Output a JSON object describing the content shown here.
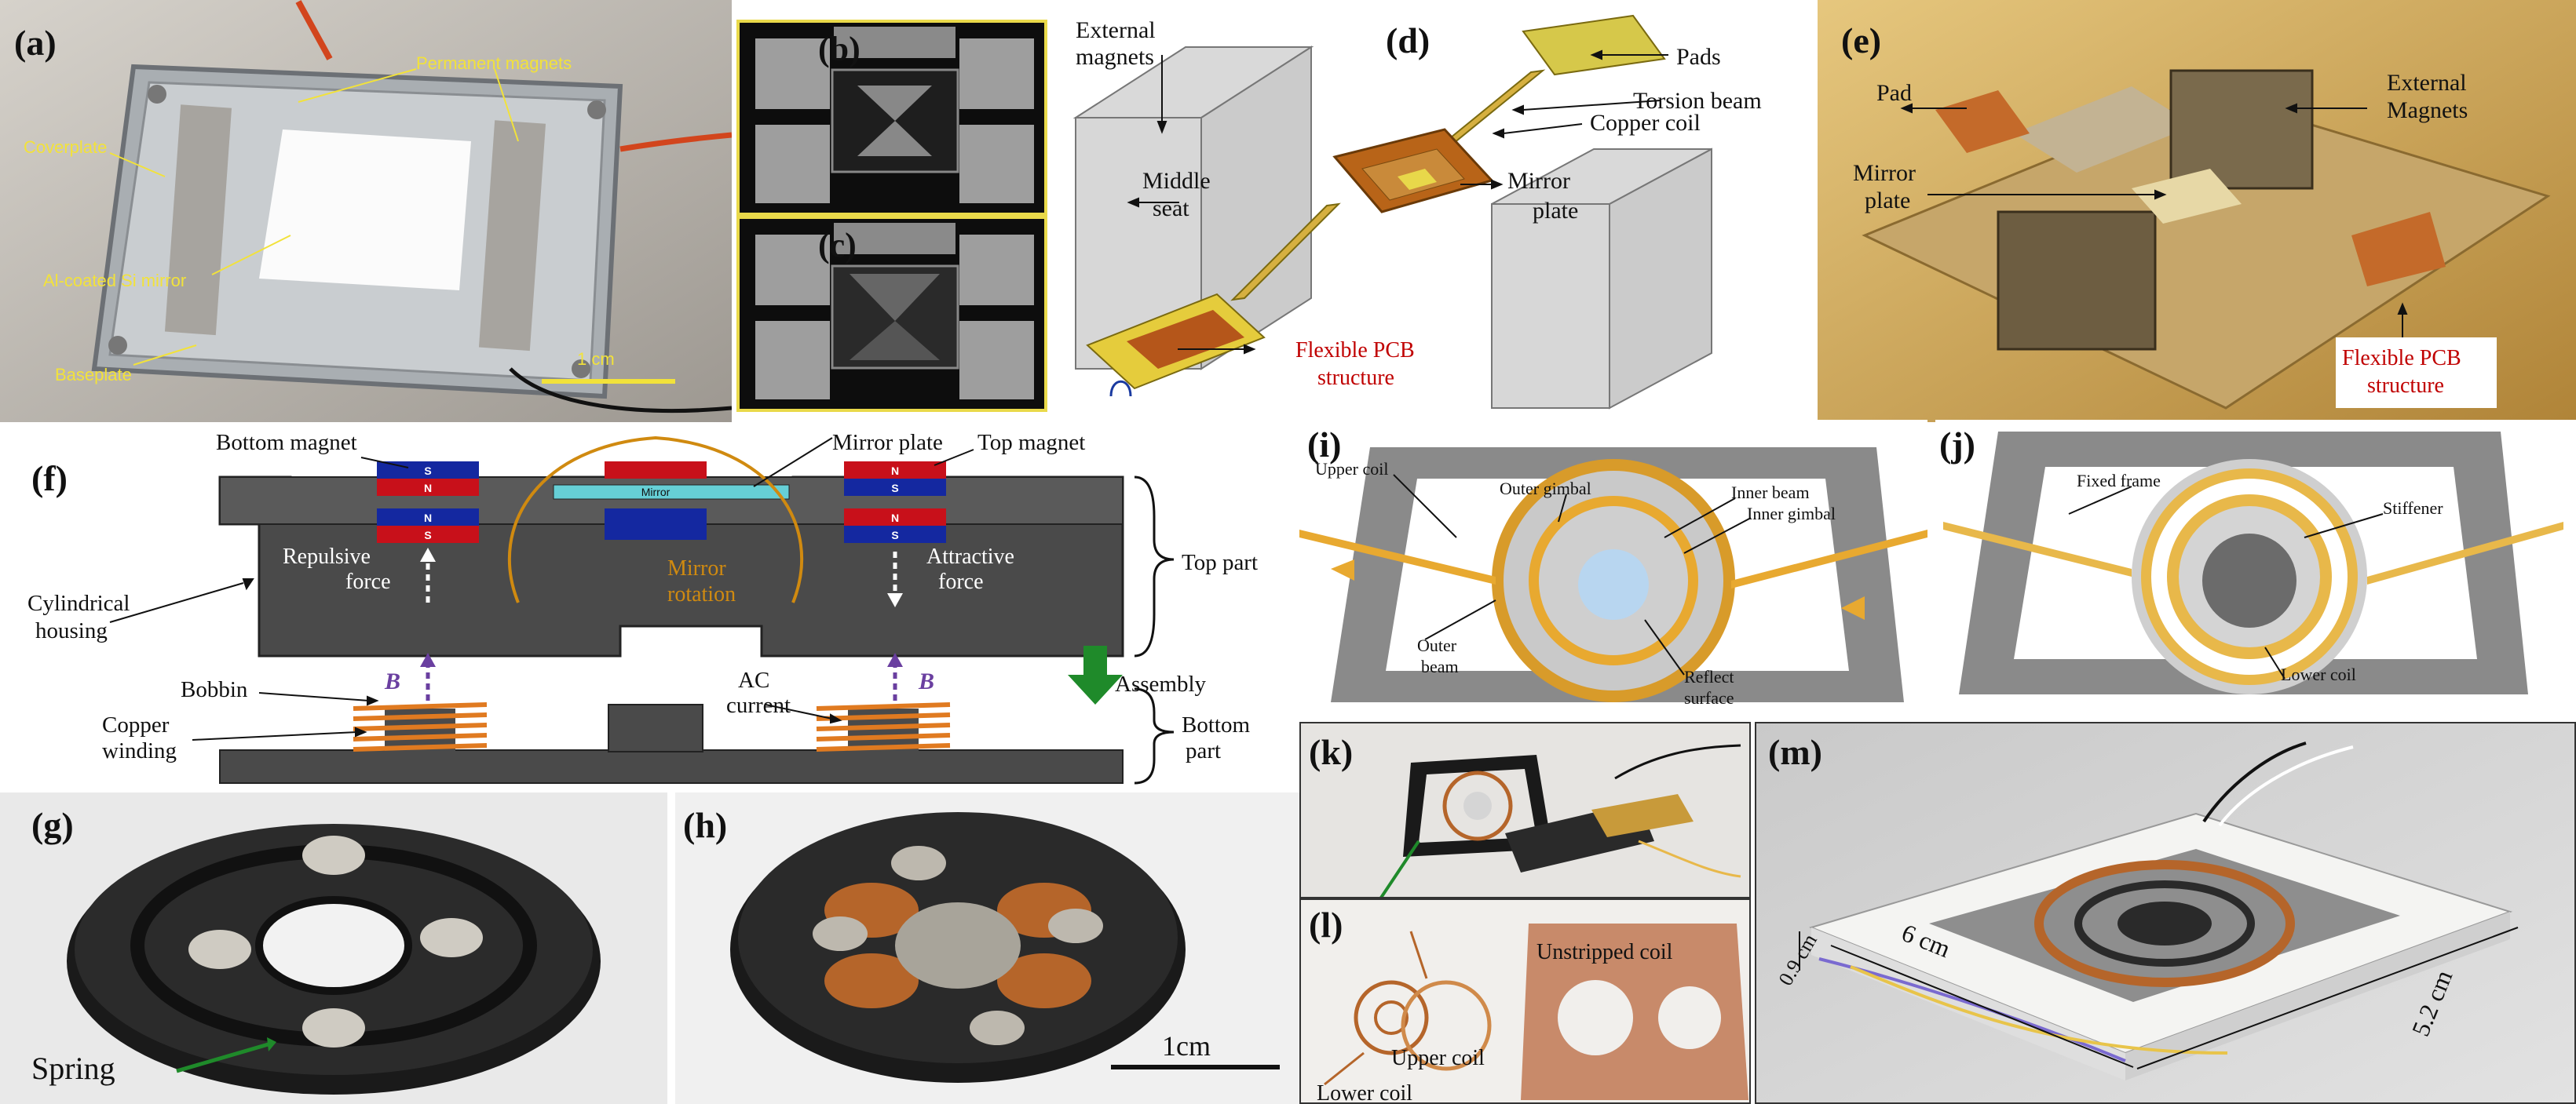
{
  "panels": {
    "a": {
      "label": "(a)",
      "permanent_magnets": "Permanent magnets",
      "coverplate": "Coverplate",
      "mirror": "Al-coated Si mirror",
      "baseplate": "Baseplate",
      "scale": "1 cm"
    },
    "b": {
      "label": "(b)"
    },
    "c": {
      "label": "(c)"
    },
    "d": {
      "label": "(d)",
      "external_magnets_1": "External",
      "external_magnets_2": "magnets",
      "pads": "Pads",
      "torsion_beam": "Torsion beam",
      "copper_coil": "Copper coil",
      "middle_seat_1": "Middle",
      "middle_seat_2": "seat",
      "mirror_plate_1": "Mirror",
      "mirror_plate_2": "plate",
      "flex_pcb_1": "Flexible PCB",
      "flex_pcb_2": "structure"
    },
    "e": {
      "label": "(e)",
      "pad": "Pad",
      "external_magnets_1": "External",
      "external_magnets_2": "Magnets",
      "mirror_plate_1": "Mirror",
      "mirror_plate_2": "plate",
      "flex_pcb_1": "Flexible PCB",
      "flex_pcb_2": "structure"
    },
    "f": {
      "label": "(f)",
      "bottom_magnet": "Bottom magnet",
      "mirror_plate": "Mirror plate",
      "top_magnet": "Top magnet",
      "mirror": "Mirror",
      "repulsive_1": "Repulsive",
      "repulsive_2": "force",
      "mirror_rot_1": "Mirror",
      "mirror_rot_2": "rotation",
      "attractive_1": "Attractive",
      "attractive_2": "force",
      "top_part": "Top part",
      "cyl_1": "Cylindrical",
      "cyl_2": "housing",
      "bobbin": "Bobbin",
      "ac_1": "AC",
      "ac_2": "current",
      "assembly": "Assembly",
      "copper_1": "Copper",
      "copper_2": "winding",
      "bottom_1": "Bottom",
      "bottom_2": "part",
      "b_vec": "B",
      "n": "N",
      "s": "S"
    },
    "g": {
      "label": "(g)",
      "spring": "Spring"
    },
    "h": {
      "label": "(h)",
      "scale": "1cm"
    },
    "i": {
      "label": "(i)",
      "upper_coil": "Upper coil",
      "outer_gimbal": "Outer gimbal",
      "inner_beam": "Inner beam",
      "inner_gimbal": "Inner gimbal",
      "outer_beam_1": "Outer",
      "outer_beam_2": "beam",
      "reflect_1": "Reflect",
      "reflect_2": "surface"
    },
    "j": {
      "label": "(j)",
      "fixed_frame": "Fixed frame",
      "stiffener": "Stiffener",
      "lower_coil": "Lower coil"
    },
    "k": {
      "label": "(k)"
    },
    "l": {
      "label": "(l)",
      "unstripped": "Unstripped coil",
      "upper_coil": "Upper coil",
      "lower_coil": "Lower coil"
    },
    "m": {
      "label": "(m)",
      "w": "6 cm",
      "h": "5.2 cm",
      "t": "0.9 cm"
    }
  },
  "colors": {
    "annotation_yellow": "#f2e23a",
    "pcb_red": "#c00000",
    "copper": "#c8742a",
    "gold": "#e8b84a",
    "magnet_red": "#c8101a",
    "magnet_blue": "#1428a0",
    "arrow_green": "#1f8a2a",
    "vector_purple": "#6a3fa0"
  }
}
